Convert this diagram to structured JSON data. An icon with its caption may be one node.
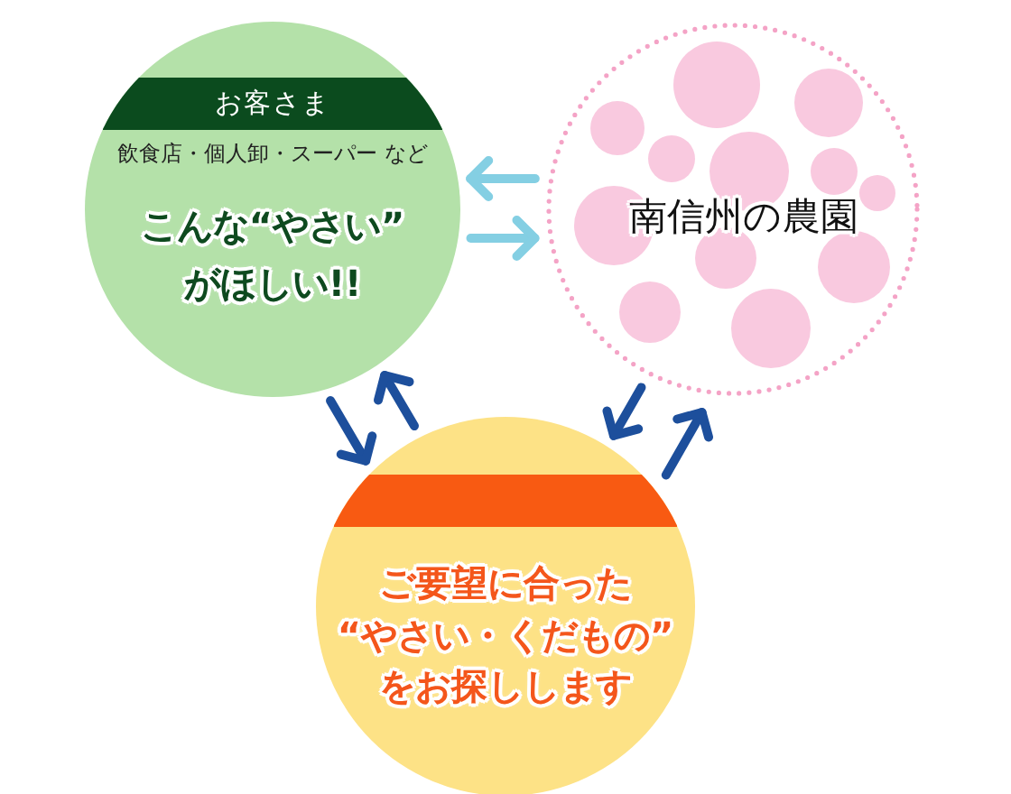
{
  "diagram": {
    "nodes": [
      {
        "text": [
          "お客さま",
          "飲食店・個人卸・スーパー など",
          "こんな“やさい”がほしい!!"
        ]
      },
      {
        "text": [
          "南信州の農園"
        ]
      },
      {
        "text": [
          "ご要望に合った“やさい・くだもの”をお探しします"
        ]
      }
    ],
    "edges": [
      {
        "from": 1,
        "to": 0,
        "arrow": "to",
        "color": "#84cfe3"
      },
      {
        "from": 0,
        "to": 1,
        "arrow": "to",
        "color": "#84cfe3"
      },
      {
        "from": 0,
        "to": 2,
        "arrow": "to"
      },
      {
        "from": 2,
        "to": 0,
        "arrow": "to"
      },
      {
        "from": 1,
        "to": 2,
        "arrow": "to"
      },
      {
        "from": 2,
        "to": 1,
        "arrow": "to"
      }
    ]
  }
}
